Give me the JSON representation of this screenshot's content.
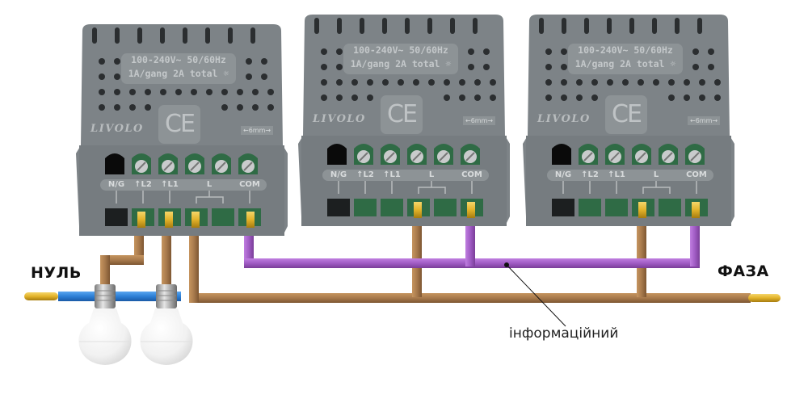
{
  "labels": {
    "neutral": "НУЛЬ",
    "phase": "ФАЗА",
    "info_wire": "інформаційний"
  },
  "modules": [
    {
      "spec_line1": "100-240V~  50/60Hz",
      "spec_line2": "1A/gang 2A total ☼",
      "brand": "LIVOLO",
      "cert": "CE",
      "strip_len": "←6mm→",
      "terminals": [
        "N/G",
        "↑L2",
        "↑L1",
        "L",
        "COM"
      ]
    },
    {
      "spec_line1": "100-240V~  50/60Hz",
      "spec_line2": "1A/gang 2A total ☼",
      "brand": "LIVOLO",
      "cert": "CE",
      "strip_len": "←6mm→",
      "terminals": [
        "N/G",
        "↑L2",
        "↑L1",
        "L",
        "COM"
      ]
    },
    {
      "spec_line1": "100-240V~  50/60Hz",
      "spec_line2": "1A/gang 2A total ☼",
      "brand": "LIVOLO",
      "cert": "CE",
      "strip_len": "←6mm→",
      "terminals": [
        "N/G",
        "↑L2",
        "↑L1",
        "L",
        "COM"
      ]
    }
  ],
  "colors": {
    "module_body": "#7d8387",
    "phase_wire": "#a87a4c",
    "neutral_wire": "#2d7fd6",
    "info_wire": "#a05cc4",
    "conductor": "#e2b22a",
    "terminal_green": "#2f6b45"
  }
}
